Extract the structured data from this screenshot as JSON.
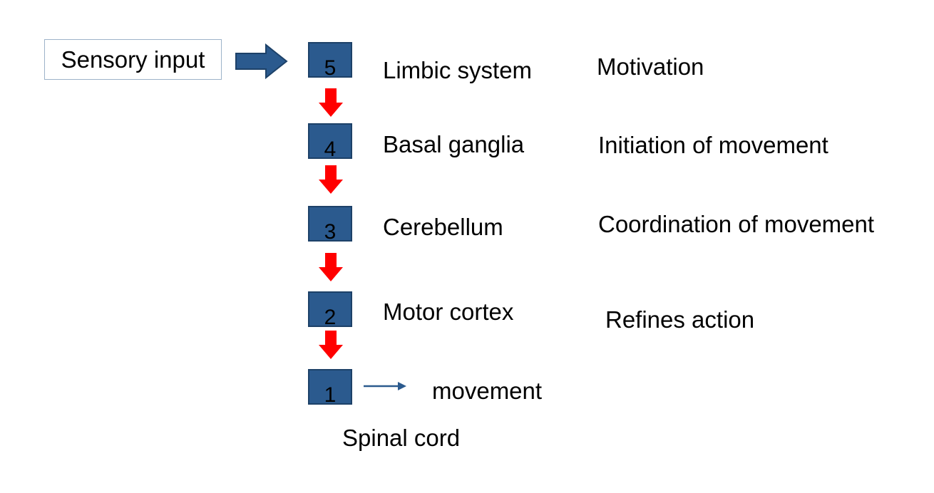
{
  "input": {
    "label": "Sensory input"
  },
  "levels": [
    {
      "number": "5",
      "structure": "Limbic system",
      "function": "Motivation"
    },
    {
      "number": "4",
      "structure": "Basal ganglia",
      "function": "Initiation of movement"
    },
    {
      "number": "3",
      "structure": "Cerebellum",
      "function": "Coordination of movement"
    },
    {
      "number": "2",
      "structure": "Motor cortex",
      "function": "Refines action"
    },
    {
      "number": "1",
      "structure": "Spinal cord",
      "function": ""
    }
  ],
  "output": {
    "label": "movement"
  },
  "colors": {
    "box_fill": "#2b5a8e",
    "flow_arrow": "#ff0000",
    "input_arrow": "#2b5a8e"
  }
}
